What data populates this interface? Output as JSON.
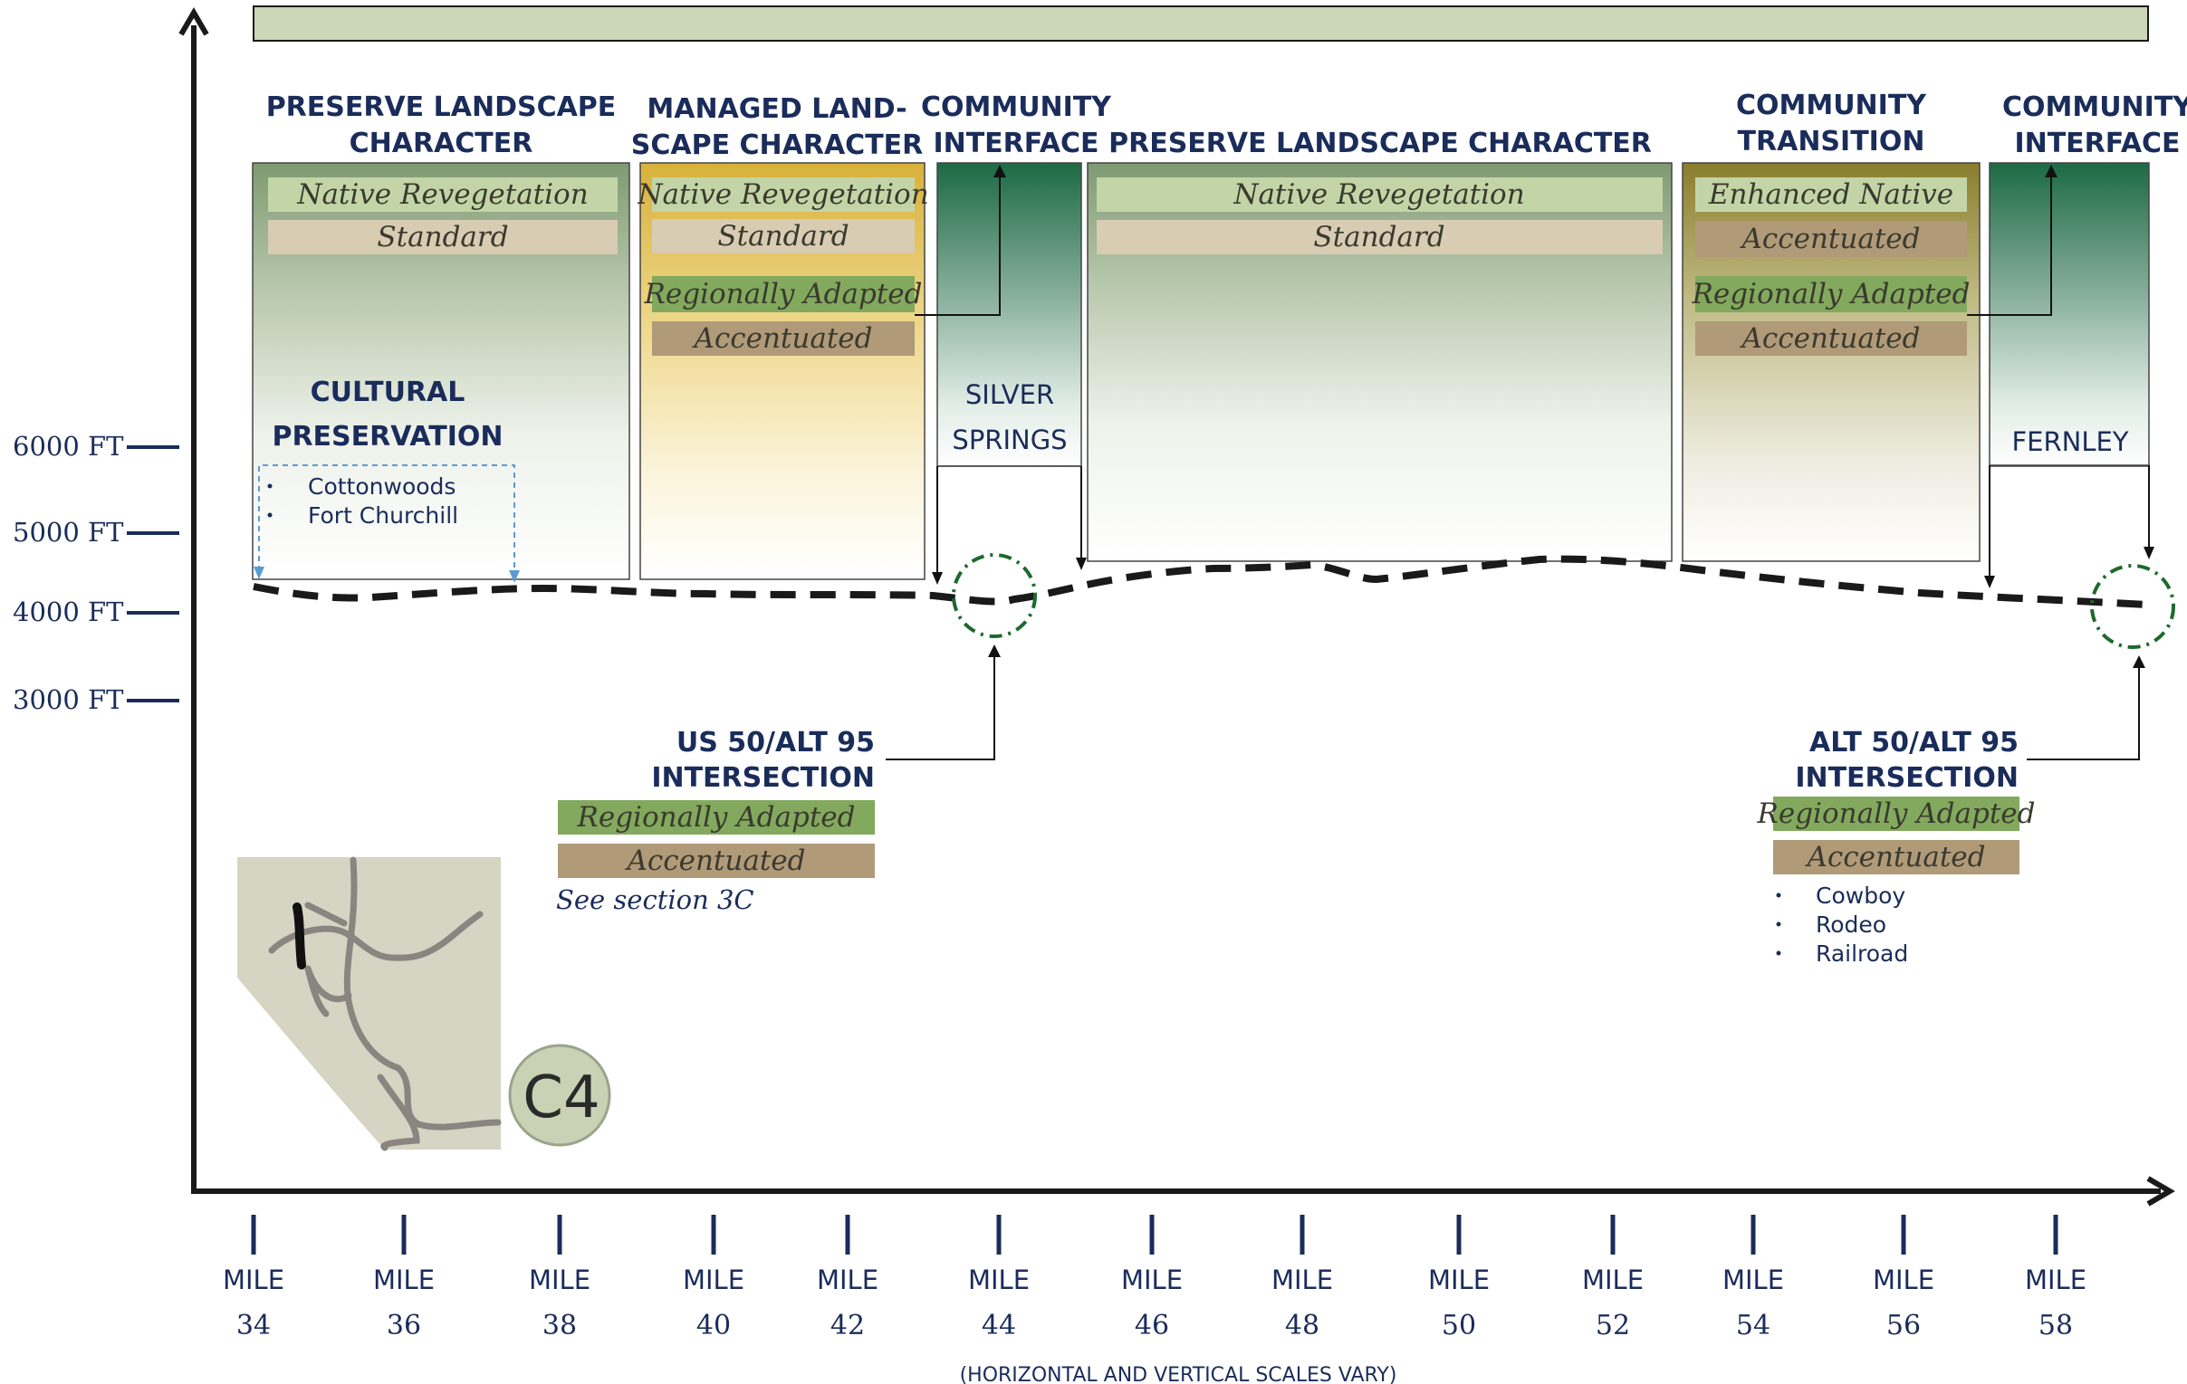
{
  "zones": {
    "preserve_left": {
      "title_1": "PRESERVE LANDSCAPE",
      "title_2": "CHARACTER",
      "tag_1": "Native Revegetation",
      "tag_2": "Standard"
    },
    "managed": {
      "title_1": "MANAGED LAND-",
      "title_2": "SCAPE CHARACTER",
      "tag_1": "Native Revegetation",
      "tag_2": "Standard",
      "tag_3": "Regionally Adapted",
      "tag_4": "Accentuated"
    },
    "community_interface_1": {
      "title_1": "COMMUNITY",
      "title_2": "INTERFACE",
      "place_1": "SILVER",
      "place_2": "SPRINGS"
    },
    "preserve_center": {
      "title": "PRESERVE LANDSCAPE CHARACTER",
      "tag_1": "Native Revegetation",
      "tag_2": "Standard"
    },
    "community_transition": {
      "title_1": "COMMUNITY",
      "title_2": "TRANSITION",
      "tag_1": "Enhanced Native",
      "tag_2": "Accentuated",
      "tag_3": "Regionally Adapted",
      "tag_4": "Accentuated"
    },
    "community_interface_2": {
      "title_1": "COMMUNITY",
      "title_2": "INTERFACE",
      "place": "FERNLEY"
    }
  },
  "cultural": {
    "title_1": "CULTURAL",
    "title_2": "PRESERVATION",
    "items": [
      "Cottonwoods",
      "Fort Churchill"
    ]
  },
  "intersection_1": {
    "title_1": "US 50/ALT 95",
    "title_2": "INTERSECTION",
    "tag_1": "Regionally Adapted",
    "tag_2": "Accentuated",
    "note": "See section 3C"
  },
  "intersection_2": {
    "title_1": "ALT 50/ALT 95",
    "title_2": "INTERSECTION",
    "tag_1": "Regionally Adapted",
    "tag_2": "Accentuated",
    "items": [
      "Cowboy",
      "Rodeo",
      "Railroad"
    ]
  },
  "elevations": [
    "6000 FT",
    "5000 FT",
    "4000 FT",
    "3000 FT"
  ],
  "mile_word": "MILE",
  "miles": [
    "34",
    "36",
    "38",
    "40",
    "42",
    "44",
    "46",
    "48",
    "50",
    "52",
    "54",
    "56",
    "58"
  ],
  "scale_note": "(HORIZONTAL AND VERTICAL SCALES VARY)",
  "map_badge": "C4",
  "colors": {
    "navy": "#1a2c5a",
    "native_green": "#c3d5a6",
    "standard_tan": "#d8ccb3",
    "regional_green": "#82a95d",
    "accent_brown": "#b09a78",
    "community_green": "#1f6b45",
    "transition_olive": "#968a36",
    "managed_gold": "#e6c55a",
    "top_band": "#ccd6b8"
  }
}
